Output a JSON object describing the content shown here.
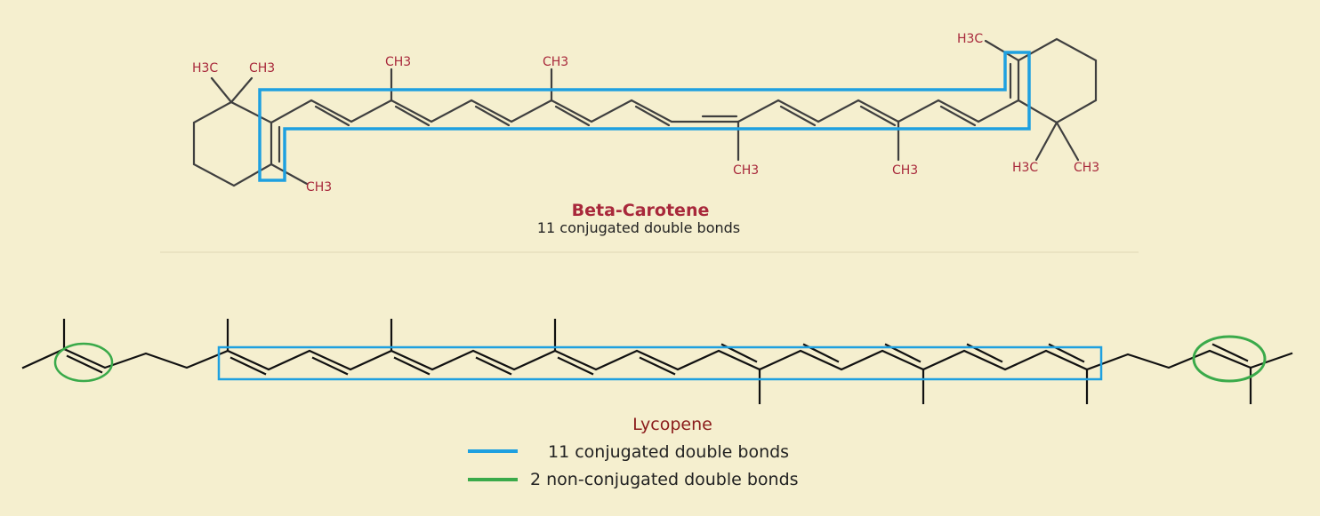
{
  "beta_carotene": {
    "title": "Beta-Carotene",
    "subtitle": "11 conjugated double  bonds",
    "labels": {
      "left_h3c": "H3C",
      "left_ch3_top": "CH3",
      "left_ch3_bottom": "CH3",
      "ch3_top_1": "CH3",
      "ch3_top_2": "CH3",
      "ch3_bottom_1": "CH3",
      "ch3_bottom_2": "CH3",
      "right_h3c_top": "H3C",
      "right_h3c_bottom": "H3C",
      "right_ch3_bottom": "CH3"
    },
    "highlight_color": "#1ea0e0"
  },
  "lycopene": {
    "title": "Lycopene",
    "conjugated_color": "#1ea0e0",
    "nonconjugated_color": "#3aaa4a"
  },
  "legend": {
    "items": [
      {
        "label": "11 conjugated double bonds",
        "color": "#1ea0e0"
      },
      {
        "label": "2 non-conjugated double bonds",
        "color": "#3aaa4a"
      }
    ]
  }
}
